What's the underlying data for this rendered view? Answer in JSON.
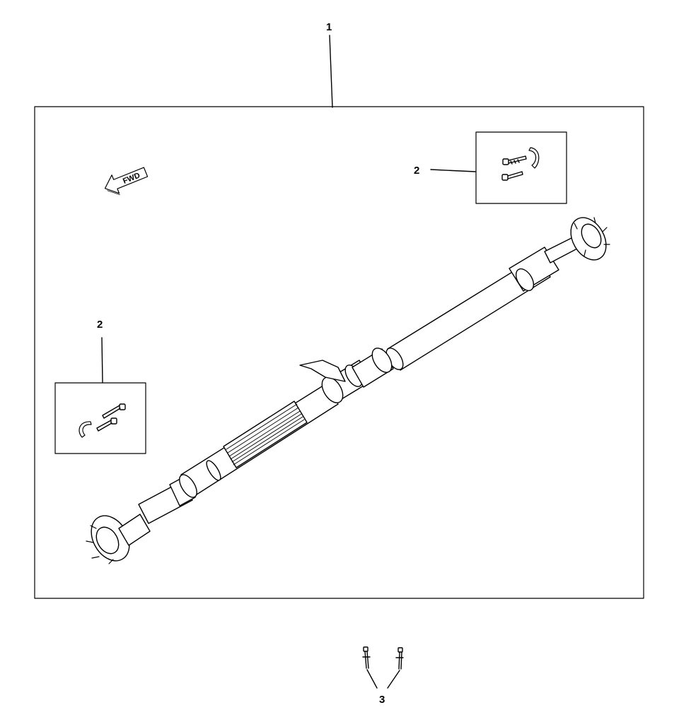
{
  "callouts": {
    "assembly": "1",
    "hardware_kit_upper": "2",
    "hardware_kit_left": "2",
    "bolts": "3"
  },
  "arrow": {
    "label": "FWD"
  },
  "colors": {
    "ink": "#000000",
    "background": "#ffffff",
    "shaft": "#ffffff"
  }
}
